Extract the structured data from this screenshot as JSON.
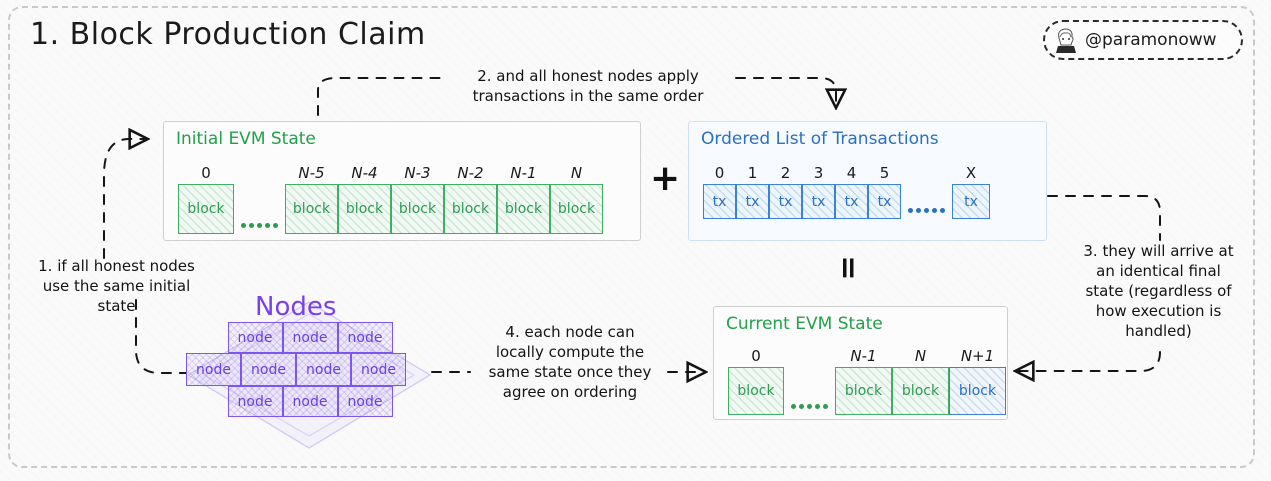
{
  "page": {
    "title": "1. Block Production Claim",
    "watermark_handle": "@paramonoww",
    "avatar_icon": "avatar-sketch-icon"
  },
  "colors": {
    "green": "#2e9c52",
    "blue": "#2b6fc4",
    "purple": "#6b3fe0",
    "ink": "#141414",
    "frame": "#c9c9c9"
  },
  "operators": {
    "plus": "+",
    "equals": "="
  },
  "panels": {
    "initial_state": {
      "title": "Initial EVM State",
      "first": {
        "index": "0",
        "label": "block"
      },
      "ellipsis": "•••••",
      "blocks": [
        {
          "index": "N-5",
          "label": "block"
        },
        {
          "index": "N-4",
          "label": "block"
        },
        {
          "index": "N-3",
          "label": "block"
        },
        {
          "index": "N-2",
          "label": "block"
        },
        {
          "index": "N-1",
          "label": "block"
        },
        {
          "index": "N",
          "label": "block"
        }
      ]
    },
    "tx_list": {
      "title": "Ordered List of Transactions",
      "txs": [
        {
          "index": "0",
          "label": "tx"
        },
        {
          "index": "1",
          "label": "tx"
        },
        {
          "index": "2",
          "label": "tx"
        },
        {
          "index": "3",
          "label": "tx"
        },
        {
          "index": "4",
          "label": "tx"
        },
        {
          "index": "5",
          "label": "tx"
        }
      ],
      "ellipsis": "•••••",
      "last": {
        "index": "X",
        "label": "tx"
      }
    },
    "current_state": {
      "title": "Current EVM State",
      "first": {
        "index": "0",
        "label": "block"
      },
      "ellipsis": "•••••",
      "blocks": [
        {
          "index": "N-1",
          "label": "block",
          "color": "green"
        },
        {
          "index": "N",
          "label": "block",
          "color": "green"
        },
        {
          "index": "N+1",
          "label": "block",
          "color": "blue"
        }
      ]
    },
    "nodes": {
      "title": "Nodes",
      "rows": [
        [
          "node",
          "node",
          "node"
        ],
        [
          "node",
          "node",
          "node",
          "node"
        ],
        [
          "node",
          "node",
          "node"
        ]
      ]
    }
  },
  "notes": {
    "note1": "1. if all honest nodes\nuse the same initial\nstate",
    "note1_lines": [
      "1. if all honest nodes",
      "use the same initial",
      "state"
    ],
    "note2_lines": [
      "2. and all honest nodes apply",
      "transactions in the same order"
    ],
    "note3_lines": [
      "3. they will arrive at",
      "an identical final",
      "state (regardless of",
      "how execution is",
      "handled)"
    ],
    "note4_lines": [
      "4. each node can",
      "locally compute the",
      "same state once they",
      "agree on ordering"
    ]
  }
}
